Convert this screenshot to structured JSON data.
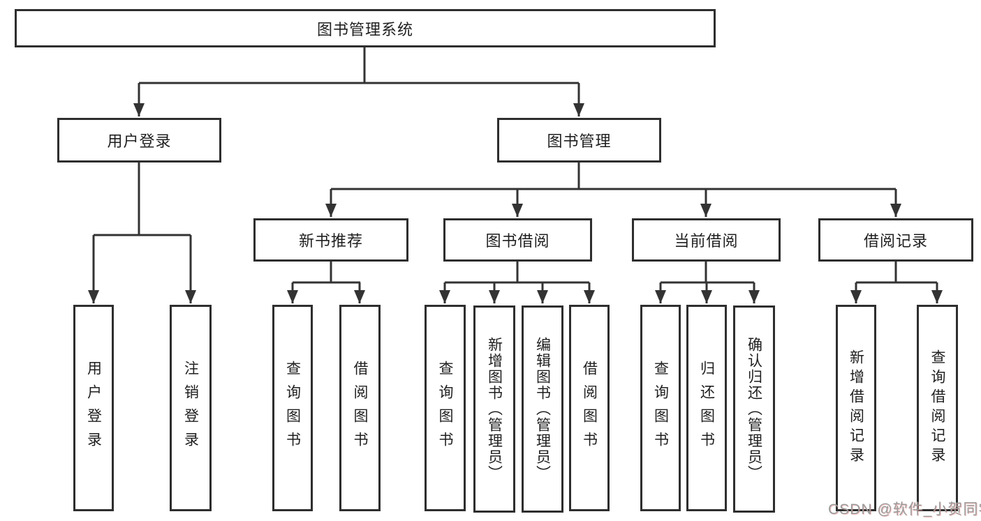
{
  "diagram": {
    "root": {
      "label": "图书管理系统"
    },
    "level2": [
      {
        "label": "用户登录"
      },
      {
        "label": "图书管理"
      }
    ],
    "level3": [
      {
        "label": "新书推荐"
      },
      {
        "label": "图书借阅"
      },
      {
        "label": "当前借阅"
      },
      {
        "label": "借阅记录"
      }
    ],
    "leaves": {
      "user_login": [
        "用户登录",
        "注销登录"
      ],
      "new_books": [
        "查询图书",
        "借阅图书"
      ],
      "book_borrow": [
        "查询图书",
        "新增图书（管理员）",
        "编辑图书（管理员）",
        "借阅图书"
      ],
      "current_borrow": [
        "查询图书",
        "归还图书",
        "确认归还（管理员）"
      ],
      "borrow_records": [
        "新增借阅记录",
        "查询借阅记录"
      ]
    }
  },
  "watermark": "CSDN @软件_小贺同学",
  "colors": {
    "line": "#333333",
    "text": "#1f1f1f",
    "background": "#ffffff",
    "watermark": "#9b9b9b"
  }
}
